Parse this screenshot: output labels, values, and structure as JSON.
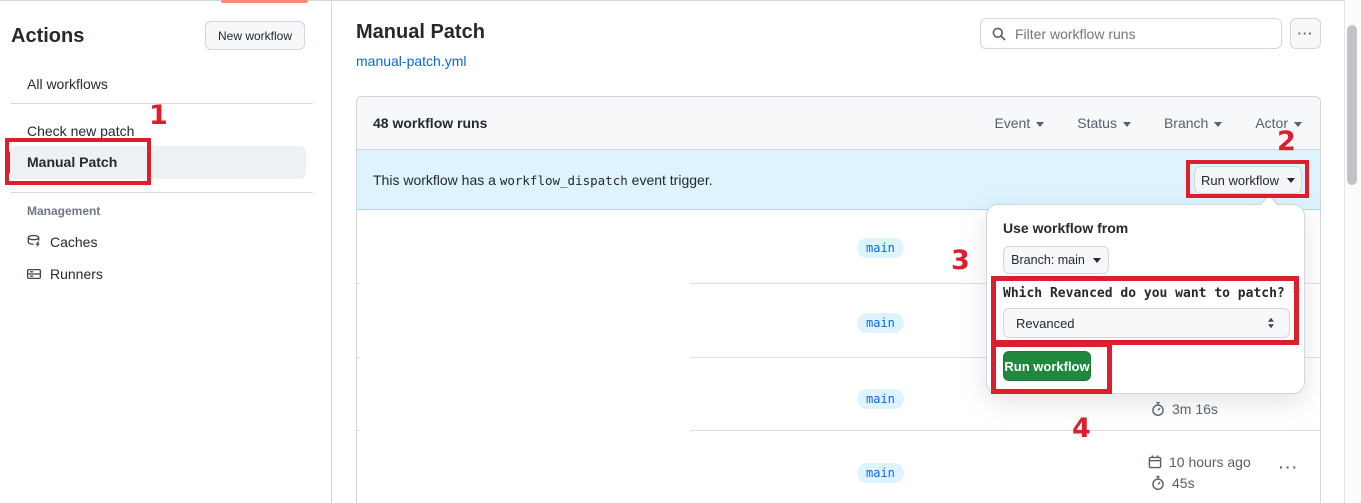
{
  "colors": {
    "annotation_red": "#dd1f2d",
    "tab_indicator_orange": "#fd8c73",
    "banner_blue": "#ddf4ff",
    "link_blue": "#0969da",
    "primary_green": "#1f883d"
  },
  "sidebar": {
    "title": "Actions",
    "new_workflow_button": "New workflow",
    "all_workflows": "All workflows",
    "workflows": [
      {
        "label": "Check new patch",
        "selected": false
      },
      {
        "label": "Manual Patch",
        "selected": true
      }
    ],
    "management_heading": "Management",
    "management_items": [
      {
        "label": "Caches",
        "icon": "cache-database-icon"
      },
      {
        "label": "Runners",
        "icon": "runner-host-icon"
      }
    ]
  },
  "header": {
    "title": "Manual Patch",
    "workflow_file_link": "manual-patch.yml",
    "filter_placeholder": "Filter workflow runs"
  },
  "runs": {
    "count_label": "48 workflow runs",
    "filters": [
      {
        "label": "Event"
      },
      {
        "label": "Status"
      },
      {
        "label": "Branch"
      },
      {
        "label": "Actor"
      }
    ],
    "banner": {
      "text_before": "This workflow has a ",
      "code": "workflow_dispatch",
      "text_after": " event trigger.",
      "run_workflow_button": "Run workflow"
    },
    "rows": [
      {
        "branch": "main"
      },
      {
        "branch": "main"
      },
      {
        "branch": "main",
        "duration": "3m 16s"
      },
      {
        "branch": "main",
        "age": "10 hours ago",
        "duration": "45s"
      }
    ]
  },
  "run_dialog": {
    "heading": "Use workflow from",
    "branch_selector": "Branch: main",
    "input_label": "Which Revanced do you want to patch?",
    "required_mark": "*",
    "input_value": "Revanced",
    "submit_button": "Run workflow"
  },
  "annotations": {
    "steps": [
      "1",
      "2",
      "3",
      "4"
    ]
  },
  "icons": {
    "kebab": "···"
  }
}
